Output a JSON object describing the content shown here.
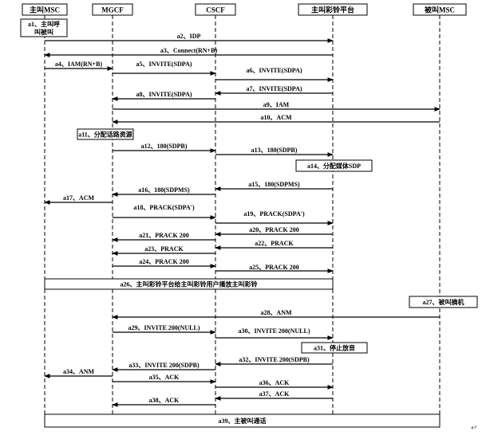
{
  "participants": [
    {
      "id": "msc_a",
      "label": "主叫MSC"
    },
    {
      "id": "mgcf",
      "label": "MGCF"
    },
    {
      "id": "cscf",
      "label": "CSCF"
    },
    {
      "id": "crbt",
      "label": "主叫彩铃平台"
    },
    {
      "id": "msc_b",
      "label": "被叫MSC"
    }
  ],
  "messages": [
    {
      "id": "a2",
      "label": "a2、IDP",
      "from": "mgcf_start_msc_a",
      "src": "msc_a",
      "dst": "crbt"
    },
    {
      "id": "a3",
      "label": "a3、Connect(RN+B)",
      "src": "crbt",
      "dst": "msc_a"
    },
    {
      "id": "a4",
      "label": "a4、IAM(RN+B)",
      "src": "msc_a",
      "dst": "mgcf"
    },
    {
      "id": "a5",
      "label": "a5、INVITE(SDPA)",
      "src": "mgcf",
      "dst": "cscf"
    },
    {
      "id": "a6",
      "label": "a6、INVITE(SDPA)",
      "src": "cscf",
      "dst": "crbt"
    },
    {
      "id": "a7",
      "label": "a7、INVITE(SDPA)",
      "src": "crbt",
      "dst": "cscf"
    },
    {
      "id": "a8",
      "label": "a8、INVITE(SDPA)",
      "src": "cscf",
      "dst": "mgcf"
    },
    {
      "id": "a9",
      "label": "a9、IAM",
      "src": "mgcf",
      "dst": "msc_b"
    },
    {
      "id": "a10",
      "label": "a10、ACM",
      "src": "msc_b",
      "dst": "mgcf"
    },
    {
      "id": "a12",
      "label": "a12、180(SDPB)",
      "src": "mgcf",
      "dst": "cscf"
    },
    {
      "id": "a13",
      "label": "a13、180(SDPB)",
      "src": "cscf",
      "dst": "crbt"
    },
    {
      "id": "a15",
      "label": "a15、180(SDPMS)",
      "src": "crbt",
      "dst": "cscf"
    },
    {
      "id": "a16",
      "label": "a16、180(SDPMS)",
      "src": "cscf",
      "dst": "mgcf"
    },
    {
      "id": "a17",
      "label": "a17、ACM",
      "src": "mgcf",
      "dst": "msc_a"
    },
    {
      "id": "a18",
      "label": "a18、PRACK(SDPA′)",
      "src": "mgcf",
      "dst": "cscf"
    },
    {
      "id": "a19",
      "label": "a19、PRACK(SDPA′)",
      "src": "cscf",
      "dst": "crbt"
    },
    {
      "id": "a20",
      "label": "a20、PRACK 200",
      "src": "crbt",
      "dst": "cscf"
    },
    {
      "id": "a21",
      "label": "a21、PRACK 200",
      "src": "cscf",
      "dst": "mgcf"
    },
    {
      "id": "a22",
      "label": "a22、PRACK",
      "src": "crbt",
      "dst": "cscf"
    },
    {
      "id": "a23",
      "label": "a23、PRACK",
      "src": "cscf",
      "dst": "mgcf"
    },
    {
      "id": "a24",
      "label": "a24、PRACK 200",
      "src": "mgcf",
      "dst": "cscf"
    },
    {
      "id": "a25",
      "label": "a25、PRACK 200",
      "src": "cscf",
      "dst": "crbt"
    },
    {
      "id": "a28",
      "label": "a28、ANM",
      "src": "msc_b",
      "dst": "mgcf"
    },
    {
      "id": "a29",
      "label": "a29、INVITE 200(NULL)",
      "src": "mgcf",
      "dst": "cscf"
    },
    {
      "id": "a30",
      "label": "a30、INVITE 200(NULL)",
      "src": "cscf",
      "dst": "crbt"
    },
    {
      "id": "a32",
      "label": "a32、INVITE 200(SDPB)",
      "src": "crbt",
      "dst": "cscf"
    },
    {
      "id": "a33",
      "label": "a33、INVITE 200(SDPB)",
      "src": "cscf",
      "dst": "mgcf"
    },
    {
      "id": "a34",
      "label": "a34、ANM",
      "src": "mgcf",
      "dst": "msc_a"
    },
    {
      "id": "a35",
      "label": "a35、ACK",
      "src": "mgcf",
      "dst": "cscf"
    },
    {
      "id": "a36",
      "label": "a36、ACK",
      "src": "cscf",
      "dst": "crbt"
    },
    {
      "id": "a37",
      "label": "a37、ACK",
      "src": "crbt",
      "dst": "cscf"
    },
    {
      "id": "a38",
      "label": "a38、ACK",
      "src": "cscf",
      "dst": "mgcf"
    }
  ],
  "notes": [
    {
      "id": "a1",
      "lines": [
        "a1、主叫呼",
        "叫被叫"
      ]
    },
    {
      "id": "a11",
      "lines": [
        "a11、分配话路资源"
      ]
    },
    {
      "id": "a14",
      "lines": [
        "a14、分配媒体SDP"
      ]
    },
    {
      "id": "a26",
      "lines": [
        "a26、主叫彩铃平台给主叫彩铃用户播放主叫彩铃"
      ]
    },
    {
      "id": "a27",
      "lines": [
        "a27、被叫摘机"
      ]
    },
    {
      "id": "a31",
      "lines": [
        "a31、停止放音"
      ]
    },
    {
      "id": "a39",
      "lines": [
        "a39、主被叫通话"
      ]
    }
  ],
  "paragraph_mark": "↵"
}
